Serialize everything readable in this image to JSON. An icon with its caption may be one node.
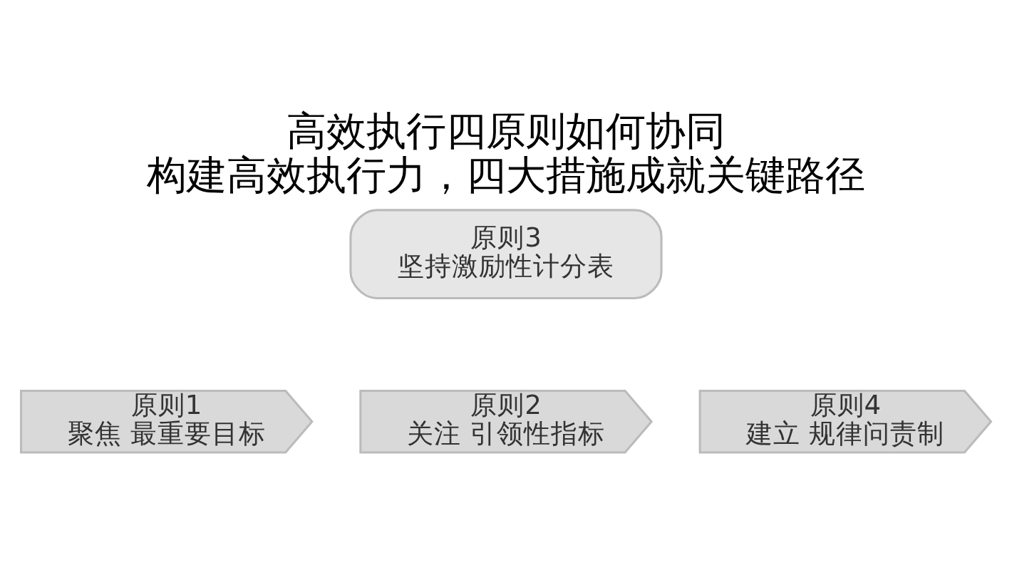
{
  "diagram": {
    "title": "高效执行四原则如何协同",
    "caption": "构建高效执行力，四大措施成就关键路径",
    "nodes": [
      {
        "text": [
          "原则3",
          "坚持激励性计分表"
        ]
      },
      {
        "text": [
          "原则1",
          "聚焦 最重要目标"
        ]
      },
      {
        "text": [
          "原则2",
          "关注 引领性指标"
        ]
      },
      {
        "text": [
          "原则4",
          "建立 规律问责制"
        ]
      }
    ]
  }
}
